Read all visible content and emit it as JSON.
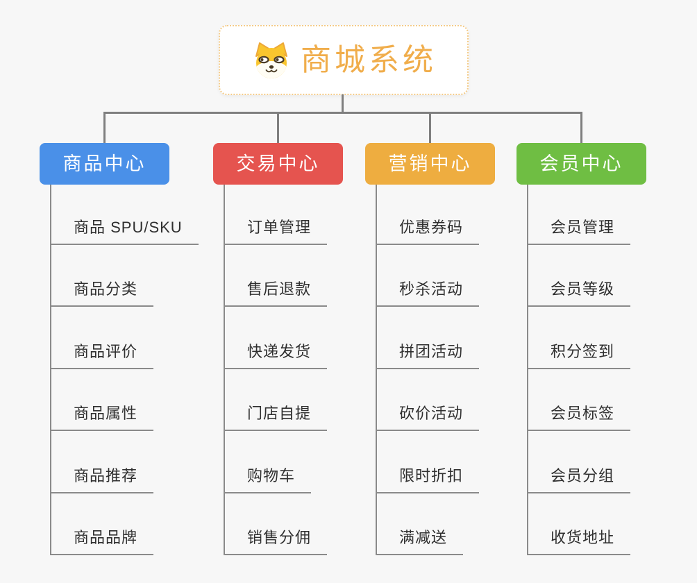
{
  "root": {
    "title": "商城系统",
    "icon": "dog-face-icon",
    "title_color": "#F0AD4B",
    "border_color": "#F4CB88"
  },
  "branches": [
    {
      "label": "商品中心",
      "color": "#4A90E8",
      "items": [
        "商品 SPU/SKU",
        "商品分类",
        "商品评价",
        "商品属性",
        "商品推荐",
        "商品品牌"
      ]
    },
    {
      "label": "交易中心",
      "color": "#E5544F",
      "items": [
        "订单管理",
        "售后退款",
        "快递发货",
        "门店自提",
        "购物车",
        "销售分佣"
      ]
    },
    {
      "label": "营销中心",
      "color": "#EEAD40",
      "items": [
        "优惠券码",
        "秒杀活动",
        "拼团活动",
        "砍价活动",
        "限时折扣",
        "满减送"
      ]
    },
    {
      "label": "会员中心",
      "color": "#6FBE43",
      "items": [
        "会员管理",
        "会员等级",
        "积分签到",
        "会员标签",
        "会员分组",
        "收货地址"
      ]
    }
  ],
  "colors": {
    "background": "#F7F7F7",
    "connector": "#7F7F7F",
    "leaf_underline": "#8A8A8A",
    "leaf_text": "#2F2F2F"
  }
}
